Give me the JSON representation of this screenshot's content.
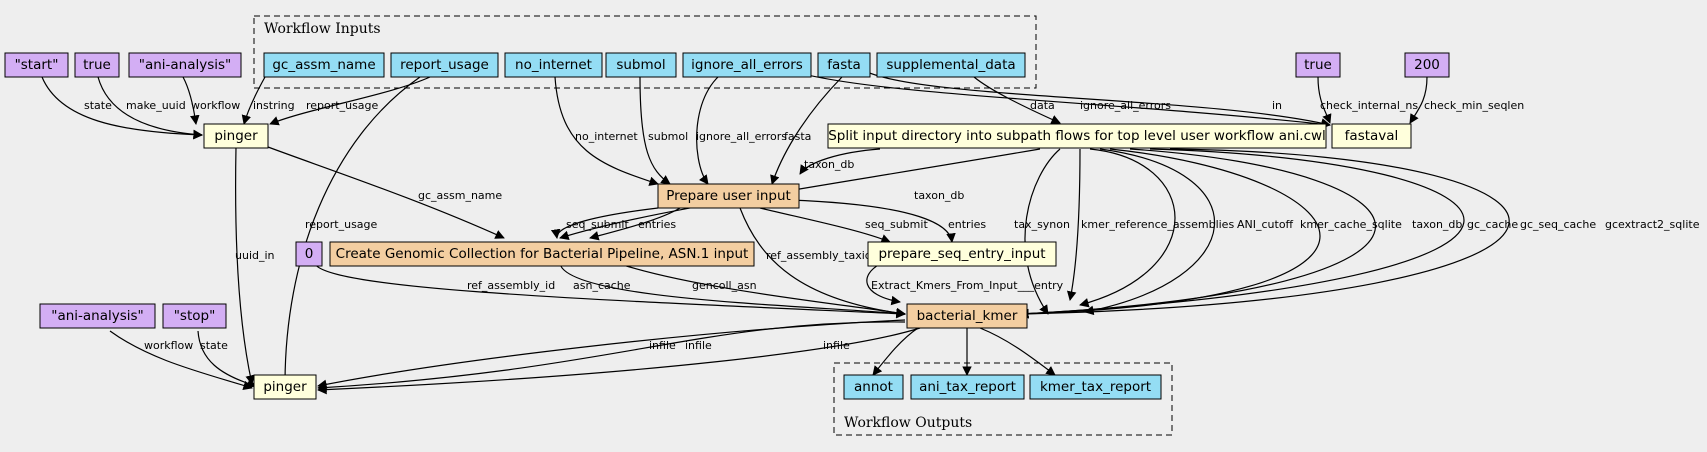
{
  "colors": {
    "background": "#eeeeee",
    "input": "#94ddf4",
    "param": "#d3aef4",
    "step": "#ffffdc",
    "tool": "#f3cea1"
  },
  "clusters": {
    "inputs": "Workflow Inputs",
    "outputs": "Workflow Outputs"
  },
  "nodes": {
    "start": "\"start\"",
    "true1": "true",
    "ani1": "\"ani-analysis\"",
    "gc_assm_name": "gc_assm_name",
    "report_usage": "report_usage",
    "no_internet": "no_internet",
    "submol": "submol",
    "ignore_all_errors": "ignore_all_errors",
    "fasta": "fasta",
    "supplemental_data": "supplemental_data",
    "true2": "true",
    "v200": "200",
    "pinger1": "pinger",
    "split": "Split input directory into subpath flows for top level user workflow ani.cwl",
    "fastaval": "fastaval",
    "prepare_user_input": "Prepare user input",
    "zero": "0",
    "create_genomic": "Create Genomic Collection for Bacterial Pipeline, ASN.1 input",
    "prepare_seq_entry": "prepare_seq_entry_input",
    "ani2": "\"ani-analysis\"",
    "stop": "\"stop\"",
    "bacterial_kmer": "bacterial_kmer",
    "pinger2": "pinger",
    "annot": "annot",
    "ani_tax_report": "ani_tax_report",
    "kmer_tax_report": "kmer_tax_report"
  },
  "edge_labels": {
    "state1": "state",
    "make_uuid": "make_uuid",
    "workflow1": "workflow",
    "instring": "instring",
    "report_usage1": "report_usage",
    "no_internet": "no_internet",
    "submol": "submol",
    "ignore_all_errors1": "ignore_all_errors",
    "fasta": "fasta",
    "data": "data",
    "ignore_all_errors2": "ignore_all_errors",
    "in": "in",
    "check_internal_ns": "check_internal_ns",
    "check_min_seqlen": "check_min_seqlen",
    "taxon_db1": "taxon_db",
    "gc_assm_name": "gc_assm_name",
    "taxon_db2": "taxon_db",
    "report_usage2": "report_usage",
    "uuid_in": "uuid_in",
    "seq_submit1": "seq_submit",
    "entries1": "entries",
    "seq_submit2": "seq_submit",
    "entries2": "entries",
    "ref_assembly_taxid": "ref_assembly_taxid",
    "tax_synon": "tax_synon",
    "kmer_reference_assemblies": "kmer_reference_assemblies",
    "ani_cutoff": "ANI_cutoff",
    "kmer_cache_sqlite": "kmer_cache_sqlite",
    "taxon_db3": "taxon_db",
    "gc_cache": "gc_cache",
    "gc_seq_cache": "gc_seq_cache",
    "gcextract2_sqlite": "gcextract2_sqlite",
    "ref_assembly_id": "ref_assembly_id",
    "asn_cache": "asn_cache",
    "gencoll_asn": "gencoll_asn",
    "extract_entry": "Extract_Kmers_From_Input___entry",
    "workflow2": "workflow",
    "state2": "state",
    "infile1": "infile",
    "infile2": "infile",
    "infile3": "infile"
  }
}
